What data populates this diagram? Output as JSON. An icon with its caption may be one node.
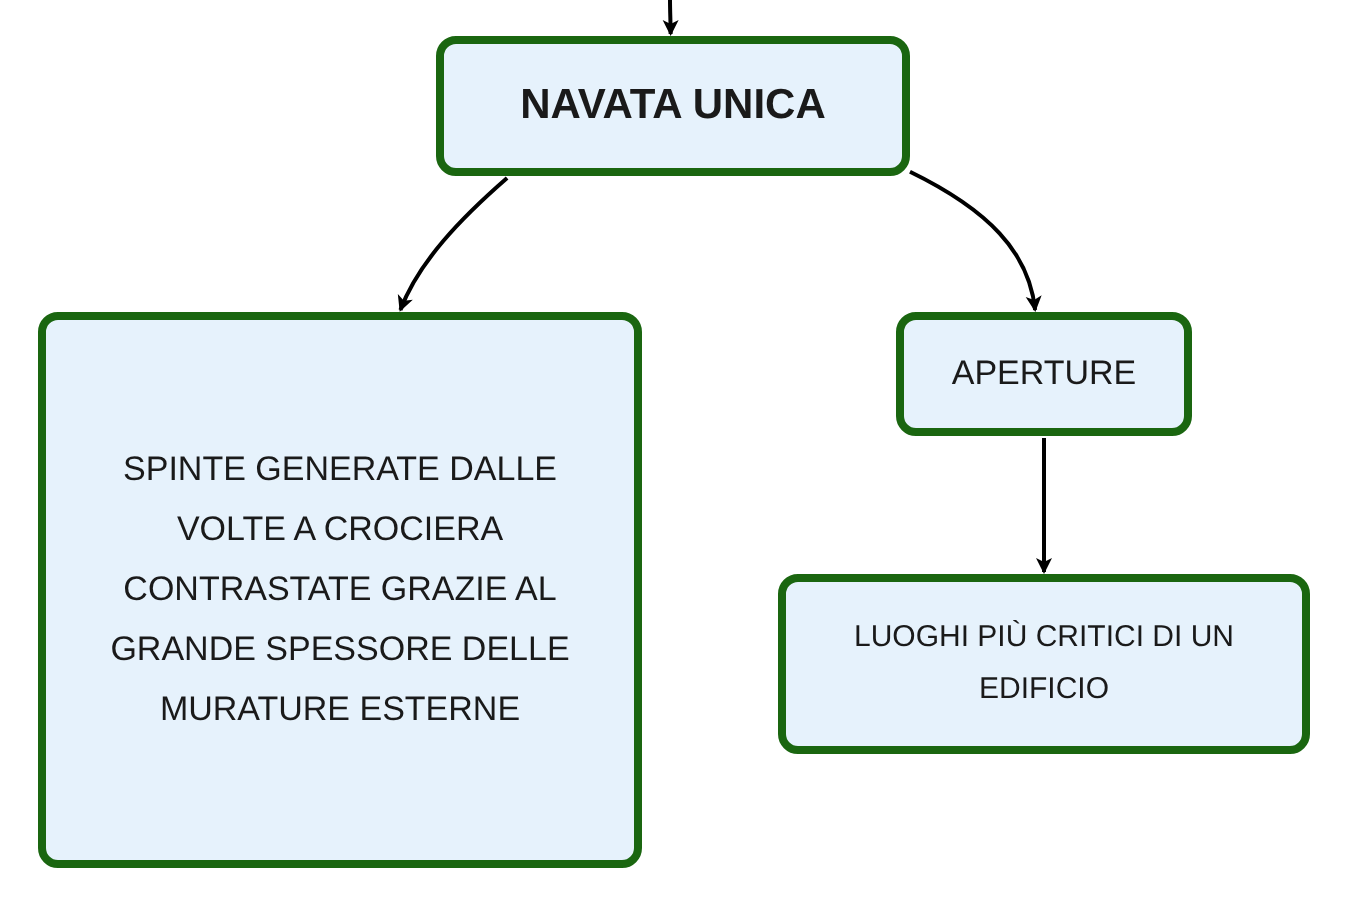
{
  "diagram": {
    "nodes": [
      {
        "text": [
          "NAVATA UNICA"
        ]
      },
      {
        "text": [
          "SPINTE GENERATE DALLE VOLTE A CROCIERA CONTRASTATE GRAZIE AL GRANDE SPESSORE DELLE MURATURE ESTERNE"
        ]
      },
      {
        "text": [
          "APERTURE"
        ]
      },
      {
        "text": [
          "LUOGHI PIÙ CRITICI DI UN EDIFICIO"
        ]
      }
    ],
    "edges": [
      {
        "from": null,
        "to": 0,
        "arrow": "to"
      },
      {
        "from": 0,
        "to": 1,
        "arrow": "to"
      },
      {
        "from": 0,
        "to": 2,
        "arrow": "to"
      },
      {
        "from": 2,
        "to": 3,
        "arrow": "to"
      }
    ]
  }
}
